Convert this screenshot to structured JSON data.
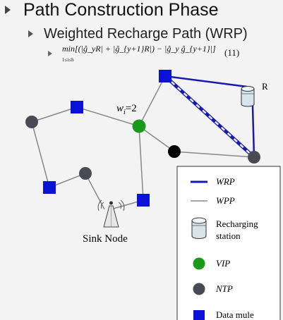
{
  "slide": {
    "title": "Path Construction Phase",
    "subtitle": "Weighted Recharge Path (WRP)",
    "formula": {
      "text": "min[(|ĝ_yR| + |ĝ_{y+1}R|) − |ĝ_y ĝ_{y+1}|]",
      "subscript": "1≤i≤h",
      "number": "(11)"
    }
  },
  "diagram": {
    "weight_label": "w",
    "weight_sub": "i",
    "weight_value": "=2",
    "recharge_label": "R",
    "sink_label": "Sink Node"
  },
  "legend": {
    "items": [
      {
        "label": "WRP",
        "symbol": "thick-blue-line"
      },
      {
        "label": "WPP",
        "symbol": "thin-gray-line"
      },
      {
        "label": "Recharging station",
        "symbol": "cylinder"
      },
      {
        "label": "VIP",
        "symbol": "green-circle"
      },
      {
        "label": "NTP",
        "symbol": "dark-circle"
      },
      {
        "label": "Data mule",
        "symbol": "blue-square"
      }
    ]
  },
  "colors": {
    "wrp": "#1a1aaa",
    "wpp": "#888888",
    "vip": "#1a9a1a",
    "ntp": "#4a4a55",
    "data_mule": "#0a12d8",
    "black_node": "#000000"
  }
}
